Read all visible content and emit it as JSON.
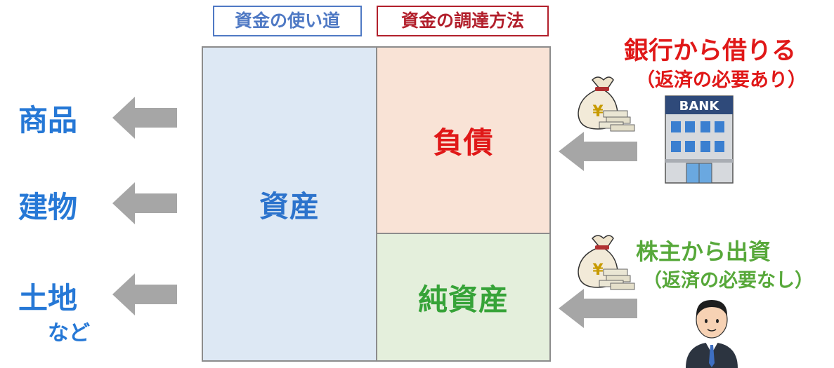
{
  "header": {
    "uses_label": "資金の使い道",
    "sources_label": "資金の調達方法"
  },
  "balance_sheet": {
    "assets": "資産",
    "liabilities": "負債",
    "net_assets": "純資産"
  },
  "uses": {
    "items": [
      "商品",
      "建物",
      "土地"
    ],
    "etc": "など"
  },
  "sources": {
    "bank": {
      "title": "銀行から借りる",
      "note": "（返済の必要あり）",
      "sign": "BANK"
    },
    "shareholder": {
      "title": "株主から出資",
      "note": "（返済の必要なし）"
    },
    "currency_symbol": "¥"
  },
  "colors": {
    "uses_blue": "#4f79c4",
    "sources_red": "#b2202c",
    "assets_fill": "#dde8f4",
    "liabilities_fill": "#f9e3d6",
    "net_assets_fill": "#e4efdc",
    "arrow_gray": "#a6a6a6"
  }
}
